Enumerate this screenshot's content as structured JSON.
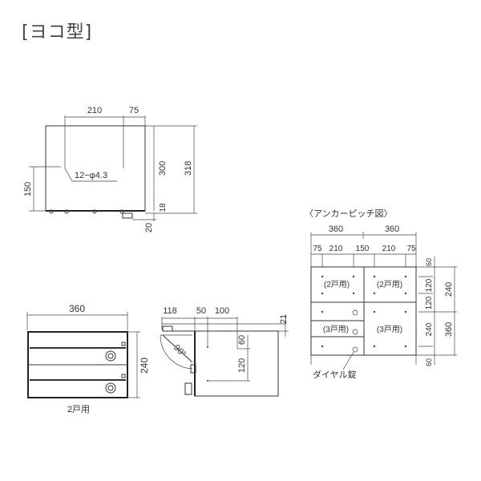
{
  "title": "[ヨコ型]",
  "top_view": {
    "dim_210": "210",
    "dim_75": "75",
    "dim_150": "150",
    "dim_300": "300",
    "dim_318": "318",
    "dim_18": "18",
    "dim_20": "20",
    "hole_note": "12−φ4.3"
  },
  "anchor": {
    "title": "〈アンカーピッチ図〉",
    "top_dims": [
      "360",
      "360"
    ],
    "sub_dims": [
      "75",
      "210",
      "150",
      "210",
      "75"
    ],
    "right_inner": [
      "60",
      "120",
      "120",
      "240",
      "60"
    ],
    "right_outer": [
      "240",
      "360"
    ],
    "cells": {
      "two_left": "(2戸用)",
      "two_right": "(2戸用)",
      "three_left": "(3戸用)",
      "three_right": "(3戸用)"
    },
    "dial_lock_label": "ダイヤル錠"
  },
  "front_view": {
    "dim_width": "360",
    "dim_height": "240",
    "caption": "2戸用"
  },
  "side_view": {
    "dim_118": "118",
    "dim_50": "50",
    "dim_100": "100",
    "dim_21": "21",
    "dim_60": "60",
    "dim_120": "120",
    "angle": "90°"
  }
}
